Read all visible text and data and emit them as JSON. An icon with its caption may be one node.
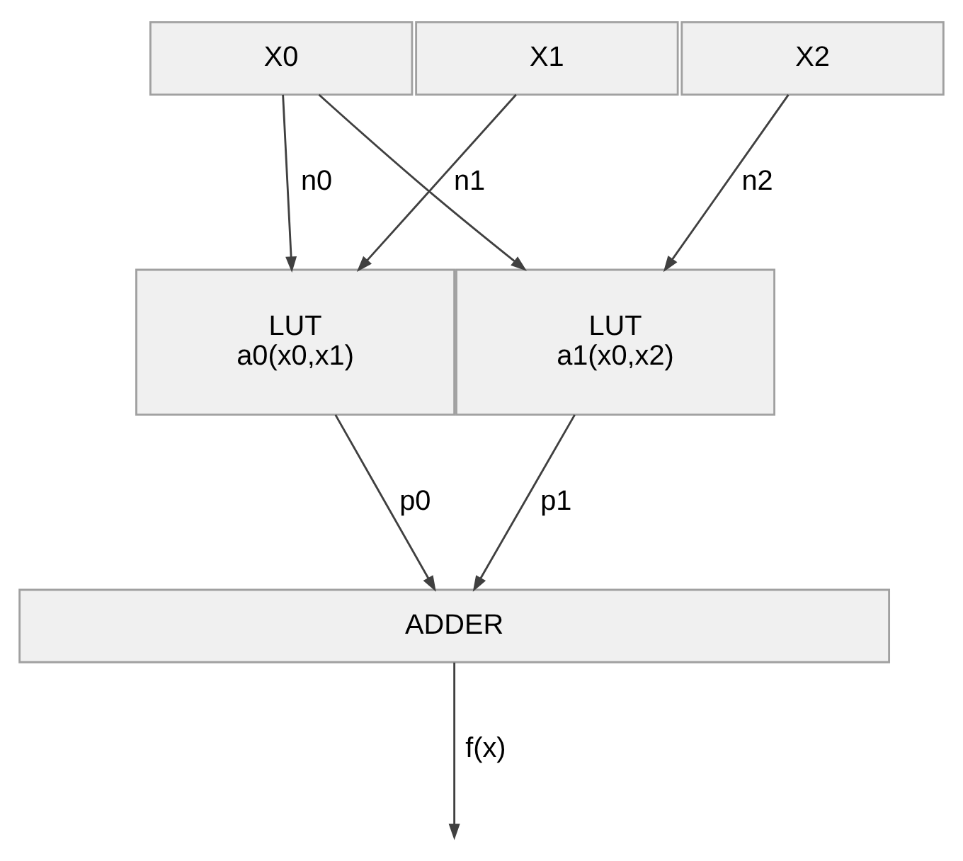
{
  "diagram": {
    "nodes": [
      {
        "text": [
          "X0"
        ]
      },
      {
        "text": [
          "X1"
        ]
      },
      {
        "text": [
          "X2"
        ]
      },
      {
        "text": [
          "LUT",
          "a0(x0,x1)"
        ]
      },
      {
        "text": [
          "LUT",
          "a1(x0,x2)"
        ]
      },
      {
        "text": [
          "ADDER"
        ]
      }
    ],
    "edges": [
      {
        "from": 0,
        "to": 3,
        "arrow": "to",
        "label": "n0"
      },
      {
        "from": 0,
        "to": 4,
        "arrow": "to"
      },
      {
        "from": 1,
        "to": 3,
        "arrow": "to",
        "label": "n1"
      },
      {
        "from": 2,
        "to": 4,
        "arrow": "to",
        "label": "n2"
      },
      {
        "from": 3,
        "to": 5,
        "arrow": "to",
        "label": "p0"
      },
      {
        "from": 4,
        "to": 5,
        "arrow": "to",
        "label": "p1"
      },
      {
        "from": 5,
        "to": null,
        "arrow": "to",
        "label": "f(x)"
      }
    ]
  }
}
